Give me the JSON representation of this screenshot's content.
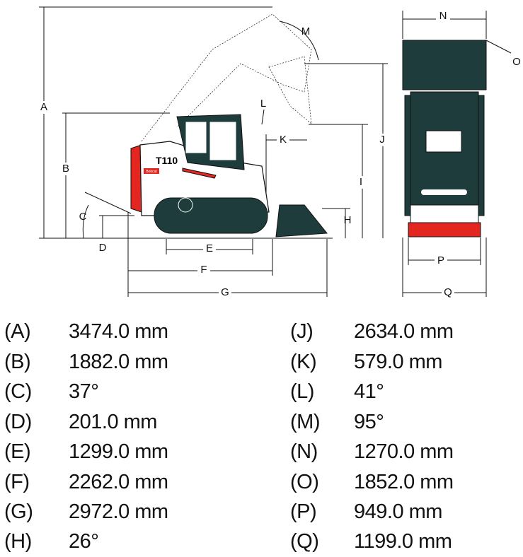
{
  "diagram": {
    "model_badge": "T110",
    "brand_badge": "Bobcat",
    "letters": {
      "A": "A",
      "B": "B",
      "C": "C",
      "D": "D",
      "E": "E",
      "F": "F",
      "G": "G",
      "H": "H",
      "I": "I",
      "J": "J",
      "K": "K",
      "L": "L",
      "M": "M",
      "N": "N",
      "O": "O",
      "P": "P",
      "Q": "Q"
    },
    "colors": {
      "cab": "#1e3c3c",
      "accent": "#e3261f"
    }
  },
  "specs": {
    "left": [
      {
        "label": "(A)",
        "value": "3474.0 mm"
      },
      {
        "label": "(B)",
        "value": "1882.0 mm"
      },
      {
        "label": "(C)",
        "value": "37°"
      },
      {
        "label": "(D)",
        "value": "201.0 mm"
      },
      {
        "label": "(E)",
        "value": "1299.0 mm"
      },
      {
        "label": "(F)",
        "value": "2262.0 mm"
      },
      {
        "label": "(G)",
        "value": "2972.0 mm"
      },
      {
        "label": "(H)",
        "value": "26°"
      }
    ],
    "right": [
      {
        "label": "(J)",
        "value": "2634.0 mm"
      },
      {
        "label": "(K)",
        "value": "579.0 mm"
      },
      {
        "label": "(L)",
        "value": "41°"
      },
      {
        "label": "(M)",
        "value": "95°"
      },
      {
        "label": "(N)",
        "value": "1270.0 mm"
      },
      {
        "label": "(O)",
        "value": "1852.0 mm"
      },
      {
        "label": "(P)",
        "value": "949.0 mm"
      },
      {
        "label": "(Q)",
        "value": "1199.0 mm"
      }
    ]
  }
}
